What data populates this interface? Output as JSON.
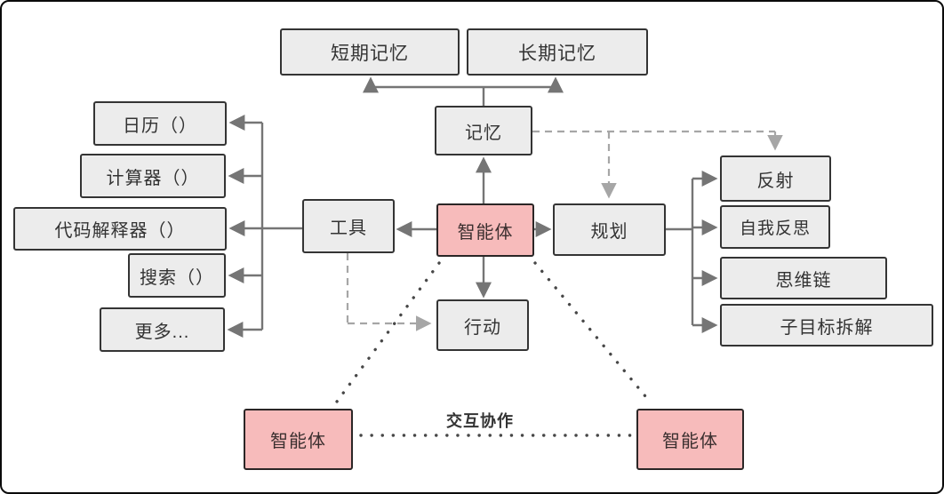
{
  "nodes": {
    "short_term_memory": "短期记忆",
    "long_term_memory": "长期记忆",
    "memory": "记忆",
    "agent": "智能体",
    "tools": "工具",
    "planning": "规划",
    "action": "行动",
    "calendar": "日历（）",
    "calculator": "计算器（）",
    "code_interpreter": "代码解释器（）",
    "search": "搜索（）",
    "more": "更多...",
    "reflection": "反射",
    "self_reflection": "自我反思",
    "chain_of_thought": "思维链",
    "subgoal_decomposition": "子目标拆解",
    "agent_bottom_left": "智能体",
    "agent_bottom_right": "智能体"
  },
  "labels": {
    "collaboration": "交互协作"
  },
  "colors": {
    "node_fill": "#ececec",
    "agent_fill": "#f7bbbb",
    "node_border": "#343434",
    "solid_line": "#757575",
    "dashed_line": "#a6a6a6",
    "dotted_line": "#474747",
    "text": "#333333",
    "background": "#ffffff"
  },
  "edges": [
    {
      "from": "memory",
      "to": "short_term_memory",
      "style": "solid-arrow"
    },
    {
      "from": "memory",
      "to": "long_term_memory",
      "style": "solid-arrow"
    },
    {
      "from": "agent",
      "to": "memory",
      "style": "solid-arrow"
    },
    {
      "from": "agent",
      "to": "tools",
      "style": "solid-arrow"
    },
    {
      "from": "agent",
      "to": "planning",
      "style": "solid-arrow"
    },
    {
      "from": "agent",
      "to": "action",
      "style": "solid-arrow"
    },
    {
      "from": "tools",
      "to": "calendar",
      "style": "solid-arrow"
    },
    {
      "from": "tools",
      "to": "calculator",
      "style": "solid-arrow"
    },
    {
      "from": "tools",
      "to": "code_interpreter",
      "style": "solid-arrow"
    },
    {
      "from": "tools",
      "to": "search",
      "style": "solid-arrow"
    },
    {
      "from": "tools",
      "to": "more",
      "style": "solid-arrow"
    },
    {
      "from": "planning",
      "to": "reflection",
      "style": "solid-arrow"
    },
    {
      "from": "planning",
      "to": "self_reflection",
      "style": "solid-arrow"
    },
    {
      "from": "planning",
      "to": "chain_of_thought",
      "style": "solid-arrow"
    },
    {
      "from": "planning",
      "to": "subgoal_decomposition",
      "style": "solid-arrow"
    },
    {
      "from": "memory",
      "to": "planning",
      "style": "dashed-arrow"
    },
    {
      "from": "memory",
      "to": "reflection",
      "style": "dashed-arrow"
    },
    {
      "from": "tools",
      "to": "action",
      "style": "dashed-arrow"
    },
    {
      "from": "agent",
      "to": "agent_bottom_left",
      "style": "dotted"
    },
    {
      "from": "agent",
      "to": "agent_bottom_right",
      "style": "dotted"
    },
    {
      "from": "agent_bottom_left",
      "to": "agent_bottom_right",
      "style": "dotted",
      "label": "交互协作"
    }
  ]
}
